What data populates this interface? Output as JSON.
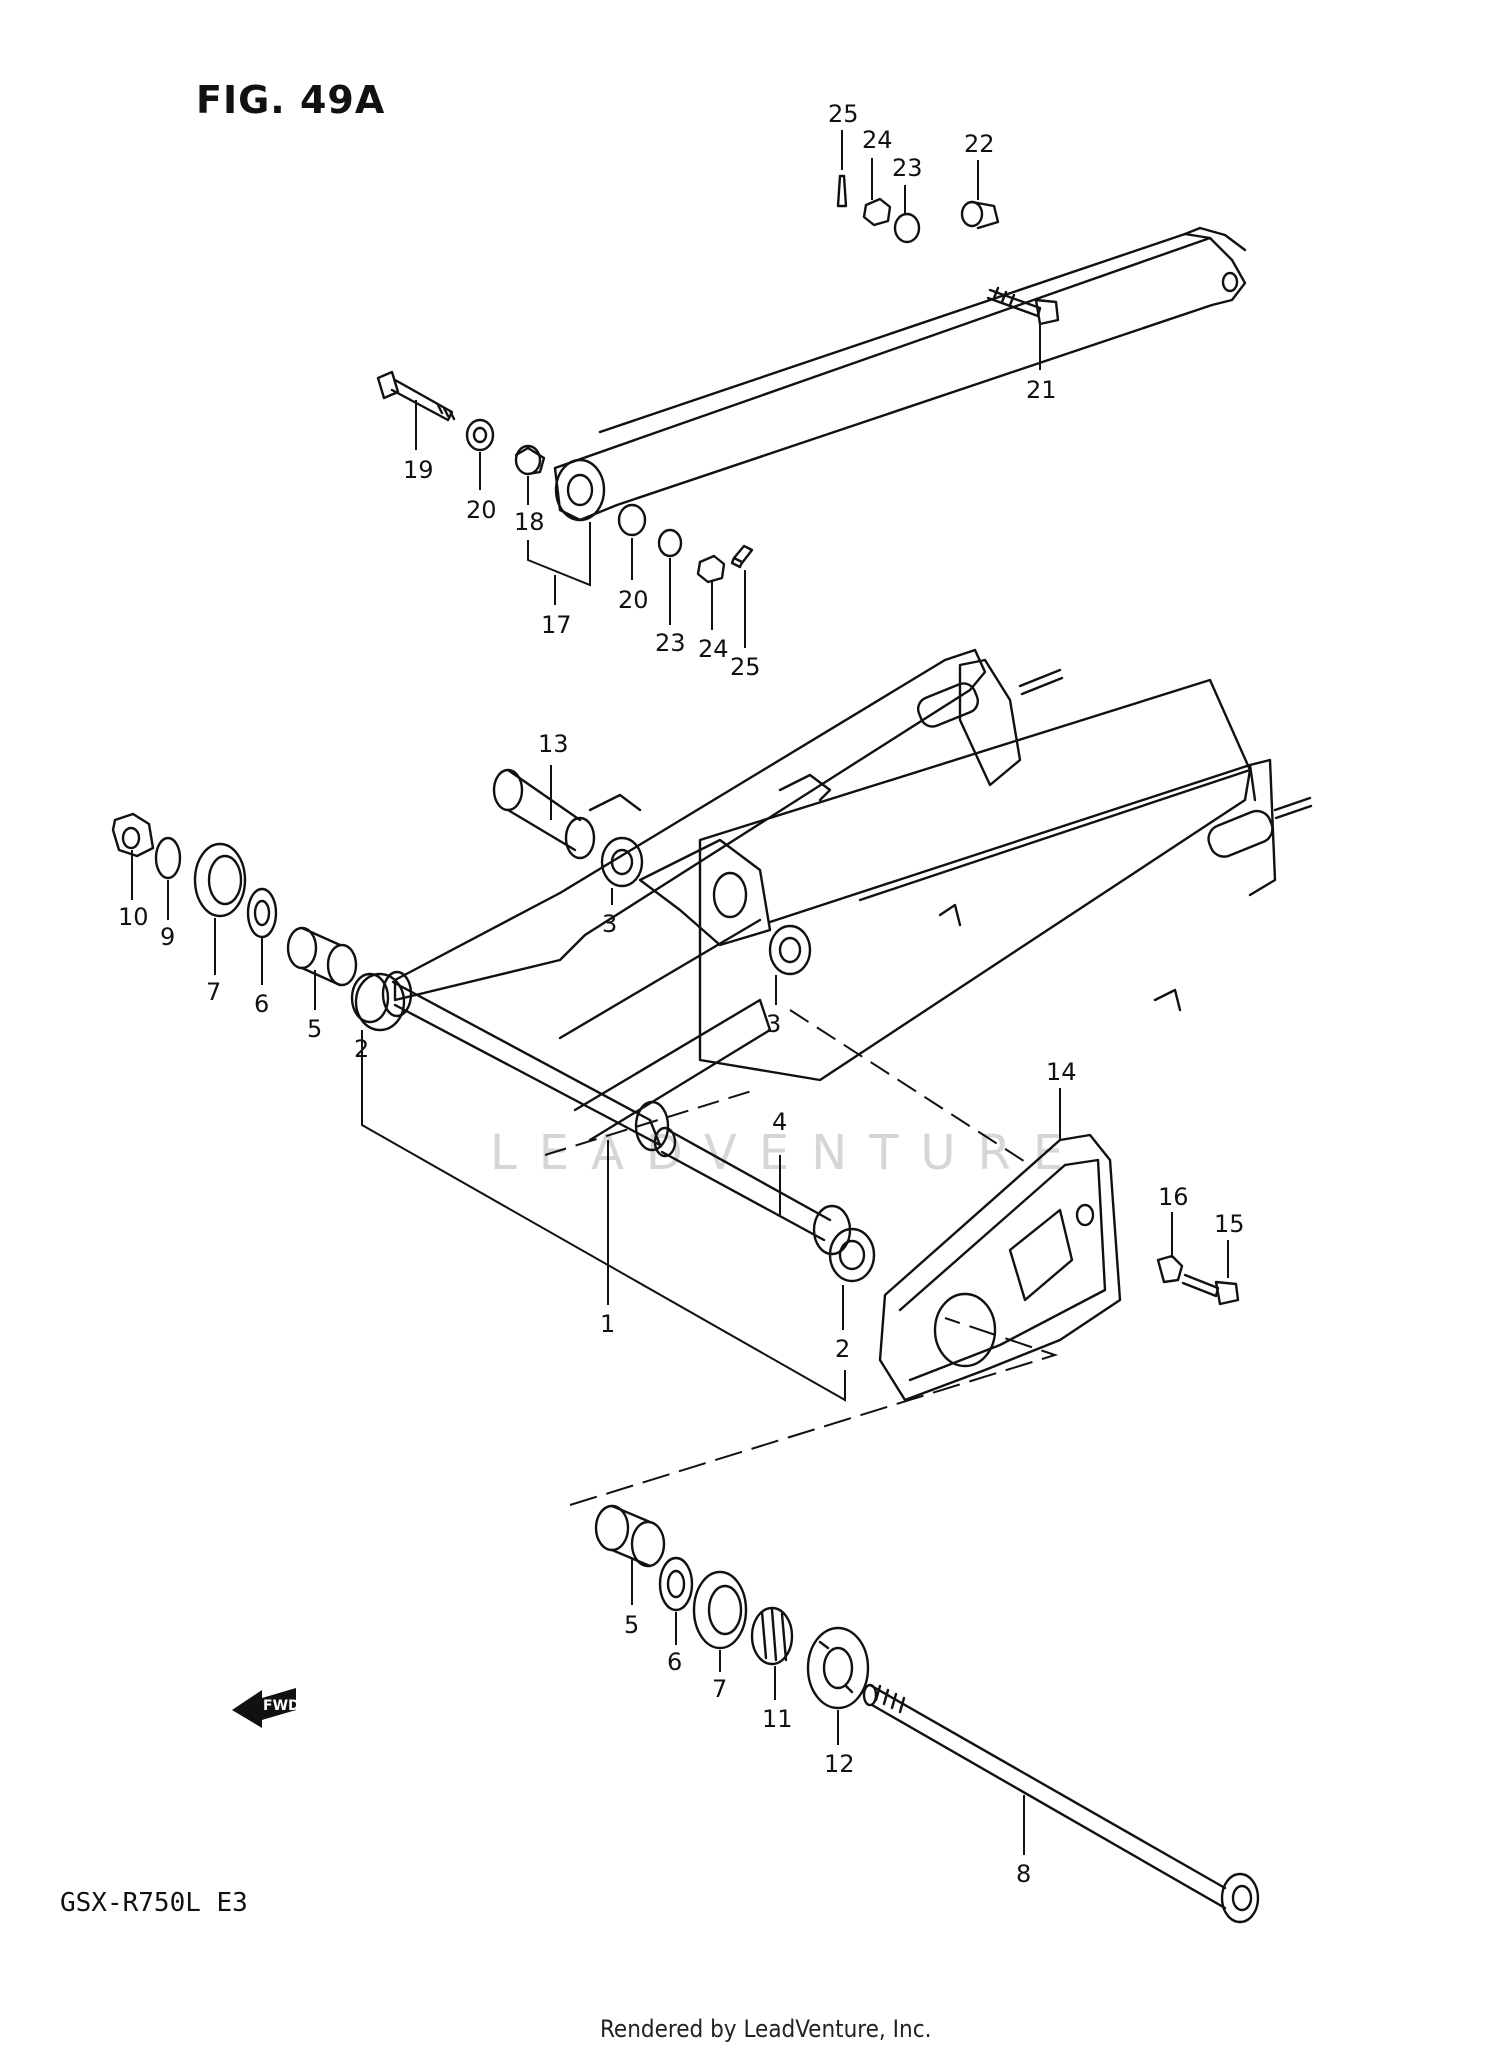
{
  "figure": {
    "title": "FIG. 49A",
    "model": "GSX-R750L  E3",
    "watermark": "LEADVENTURE",
    "footer": "Rendered by LeadVenture, Inc.",
    "direction_label": "FWD"
  },
  "callouts": {
    "c1": "1",
    "c2a": "2",
    "c2b": "2",
    "c3a": "3",
    "c3b": "3",
    "c4": "4",
    "c5a": "5",
    "c5b": "5",
    "c6a": "6",
    "c6b": "6",
    "c7a": "7",
    "c7b": "7",
    "c8": "8",
    "c9": "9",
    "c10": "10",
    "c11": "11",
    "c12": "12",
    "c13": "13",
    "c14": "14",
    "c15": "15",
    "c16": "16",
    "c17": "17",
    "c18": "18",
    "c19": "19",
    "c20a": "20",
    "c20b": "20",
    "c21": "21",
    "c22": "22",
    "c23a": "23",
    "c23b": "23",
    "c24a": "24",
    "c24b": "24",
    "c25a": "25",
    "c25b": "25"
  }
}
